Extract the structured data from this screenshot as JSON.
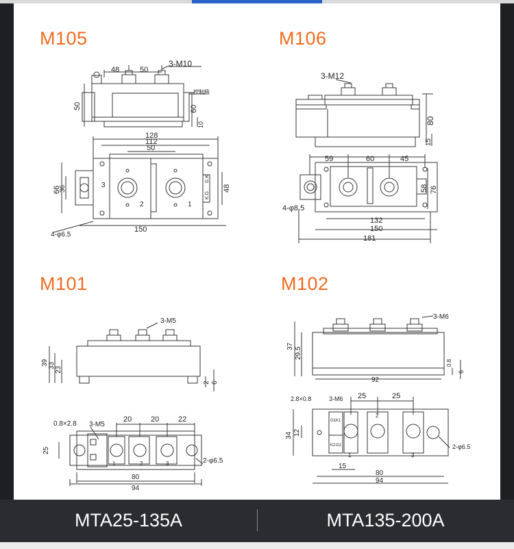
{
  "models": {
    "m105": {
      "title": "M105",
      "labels": {
        "d48": "48",
        "d50": "50",
        "thread": "3-M10",
        "h50": "50",
        "h60": "60",
        "h10": "10",
        "ctrl": "控制极",
        "w128": "128",
        "w112": "112",
        "w50b": "50",
        "h66": "66",
        "h36": "36",
        "h48": "48",
        "n3": "3",
        "n2": "2",
        "n1": "1",
        "kg1": "K.G",
        "kg2": "G.K",
        "w150": "150",
        "hole": "4-φ6.5"
      }
    },
    "m106": {
      "title": "M106",
      "labels": {
        "thread": "3-M12",
        "h80": "80",
        "h15": "15",
        "d59": "59",
        "d60": "60",
        "d45": "45",
        "h58": "58",
        "h76": "76",
        "hole": "4-φ8.5",
        "w132": "132",
        "w150": "150",
        "w181": "181"
      }
    },
    "m101": {
      "title": "M101",
      "labels": {
        "thread": "3-M5",
        "h39": "39",
        "h33": "33",
        "h23": "23",
        "h2": "2",
        "h6": "6",
        "term": "0.8×2.8",
        "thread2": "3-M5",
        "d20a": "20",
        "d20b": "20",
        "d22": "22",
        "h25": "25",
        "n1": "1",
        "n2": "2",
        "n3": "3",
        "hole": "2-φ6.5",
        "w80": "80",
        "w94": "94"
      }
    },
    "m102": {
      "title": "M102",
      "labels": {
        "thread": "3-M6",
        "h37": "37",
        "h295": "29.5",
        "h08": "0.8",
        "h6": "6",
        "w92": "92",
        "term": "2.8×0.8",
        "thread2": "3-M6",
        "d25a": "25",
        "d25b": "25",
        "h34": "34",
        "h12": "12",
        "g1": "G1",
        "k1": "K1",
        "k2": "K2",
        "g2": "G2",
        "n1": "1",
        "n2": "2",
        "n3": "3",
        "hole": "2-φ6.5",
        "w15": "15",
        "w80": "80",
        "w94": "94"
      }
    }
  },
  "footer": {
    "left": "MTA25-135A",
    "right": "MTA135-200A"
  }
}
